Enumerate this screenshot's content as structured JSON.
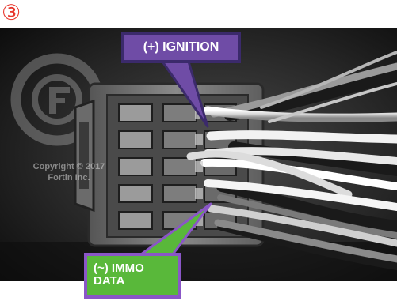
{
  "step": {
    "number": "③",
    "color": "#e8362c"
  },
  "watermark": {
    "line1": "Copyright © 2017",
    "line2": "Fortin Inc."
  },
  "callouts": {
    "ignition": {
      "label": "(+) IGNITION",
      "fill": "#6f4ca6",
      "border": "#3b2a6b"
    },
    "immo": {
      "line1": "(~) IMMO",
      "line2": "DATA",
      "fill": "#59b83a",
      "border": "#8a56c7"
    }
  },
  "photo": {
    "subject": "connector-with-wires-photo"
  }
}
